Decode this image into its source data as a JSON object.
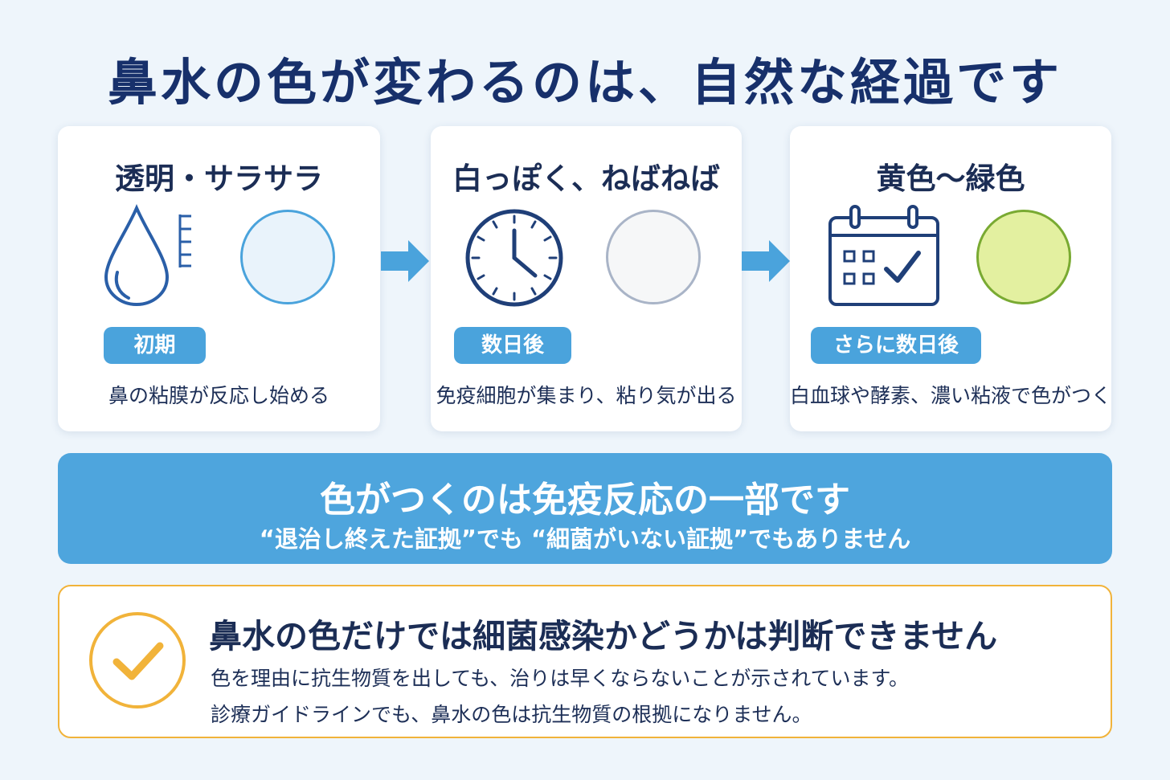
{
  "title": "鼻水の色が変わるのは、自然な経過です",
  "stages": [
    {
      "heading": "透明・サラサラ",
      "badge": "初期",
      "description": "鼻の粘膜が反応し始める",
      "icon": "water-drop-icon",
      "swatch_color": "#e9f3fb",
      "swatch_border": "#4aa3dc"
    },
    {
      "heading": "白っぽく、ねばねば",
      "badge": "数日後",
      "description": "免疫細胞が集まり、粘り気が出る",
      "icon": "clock-icon",
      "swatch_color": "#f6f7f8",
      "swatch_border": "#a9b4c7"
    },
    {
      "heading": "黄色〜緑色",
      "badge": "さらに数日後",
      "description": "白血球や酵素、濃い粘液で色がつく",
      "icon": "calendar-check-icon",
      "swatch_color": "#e3f0a0",
      "swatch_border": "#79aa32"
    }
  ],
  "banner": {
    "main": "色がつくのは免疫反応の一部です",
    "sub": "“退治し終えた証拠”でも “細菌がいない証拠”でもありません"
  },
  "note": {
    "heading": "鼻水の色だけでは細菌感染かどうかは判断できません",
    "line1": "色を理由に抗生物質を出しても、治りは早くならないことが示されています。",
    "line2": "診療ガイドラインでも、鼻水の色は抗生物質の根拠になりません。"
  },
  "colors": {
    "title": "#17306b",
    "accent_blue": "#4aa3dc",
    "arrow": "#4aa3dc",
    "note_border": "#f1b33a",
    "check": "#f1b33a",
    "icon_navy": "#1f3f78"
  }
}
